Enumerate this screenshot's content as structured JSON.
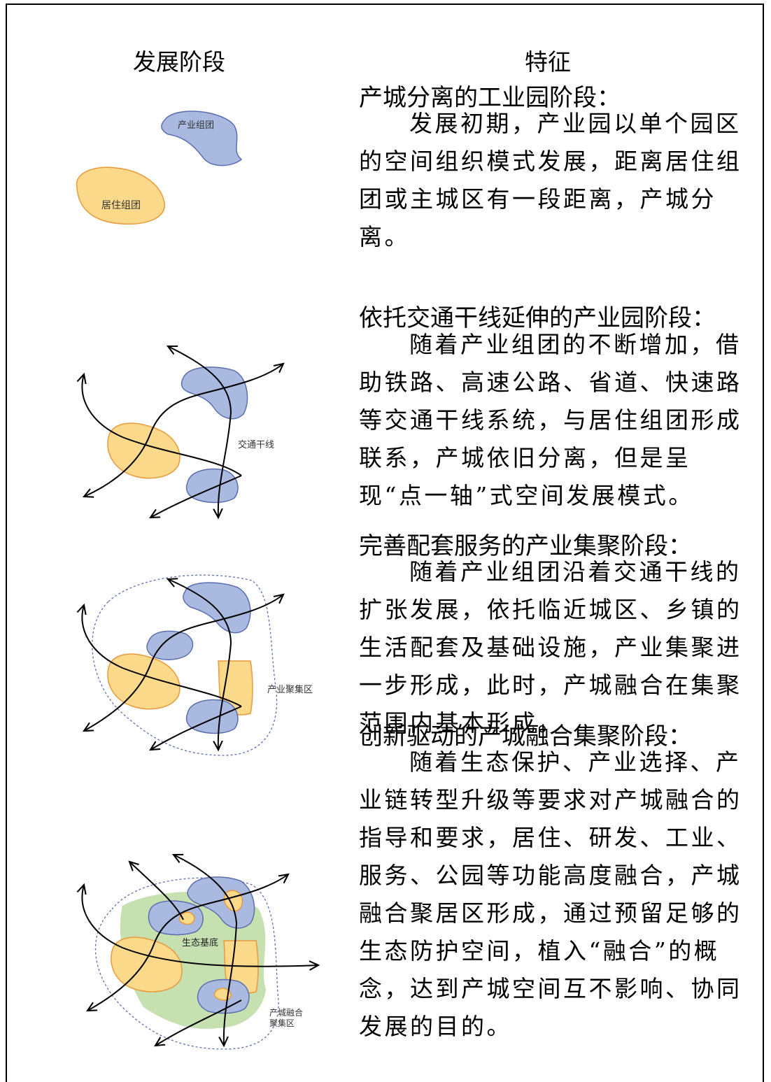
{
  "headers": {
    "stage": "发展阶段",
    "feature": "特征"
  },
  "stages": [
    {
      "title": "产城分离的工业园阶段：",
      "text": "发展初期，产业园以单个园区的空间组织模式发展，距离居住组团或主城区有一段距离，产城分离。",
      "diagram_labels": {
        "industry": "产业组团",
        "residence": "居住组团"
      }
    },
    {
      "title": "依托交通干线延伸的产业园阶段：",
      "text": "随着产业组团的不断增加，借助铁路、高速公路、省道、快速路等交通干线系统，与居住组团形成联系，产城依旧分离，但是呈现“点一轴”式空间发展模式。",
      "diagram_labels": {
        "traffic": "交通干线"
      }
    },
    {
      "title": "完善配套服务的产业集聚阶段：",
      "text": "随着产业组团沿着交通干线的扩张发展，依托临近城区、乡镇的生活配套及基础设施，产业集聚进一步形成，此时，产城融合在集聚范围内基本形成。",
      "diagram_labels": {
        "cluster": "产业聚集区"
      }
    },
    {
      "title": "创新驱动的产城融合集聚阶段：",
      "text": "随着生态保护、产业选择、产业链转型升级等要求对产城融合的指导和要求，居住、研发、工业、服务、公园等功能高度融合，产城融合聚居区形成，通过预留足够的生态防护空间，植入“融合”的概念，达到产城空间互不影响、协同发展的目的。",
      "diagram_labels": {
        "eco": "生态基底",
        "fusion_line1": "产城融合",
        "fusion_line2": "聚集区"
      }
    }
  ],
  "colors": {
    "industry_fill": "#a9b9e0",
    "industry_stroke": "#5b6fb0",
    "residence_fill": "#fbd98a",
    "residence_stroke": "#e89a3c",
    "eco_fill": "#c6e0b0"
  }
}
